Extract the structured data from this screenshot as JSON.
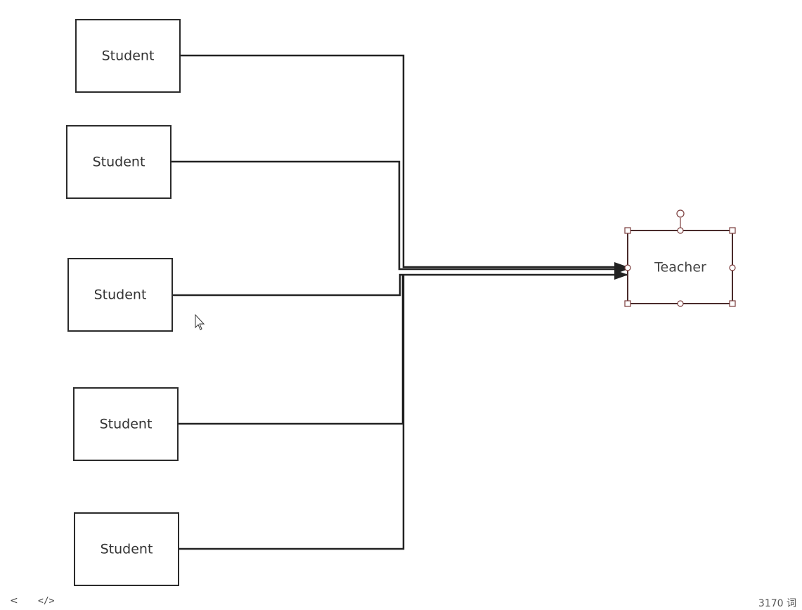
{
  "diagram": {
    "students": [
      {
        "label": "Student"
      },
      {
        "label": "Student"
      },
      {
        "label": "Student"
      },
      {
        "label": "Student"
      },
      {
        "label": "Student"
      }
    ],
    "teacher": {
      "label": "Teacher"
    },
    "colors": {
      "line": "#222222",
      "selection_handle": "#7a3b3b"
    }
  },
  "statusbar": {
    "back_icon": "<",
    "code_icon": "</>",
    "word_count": "3170 词"
  }
}
